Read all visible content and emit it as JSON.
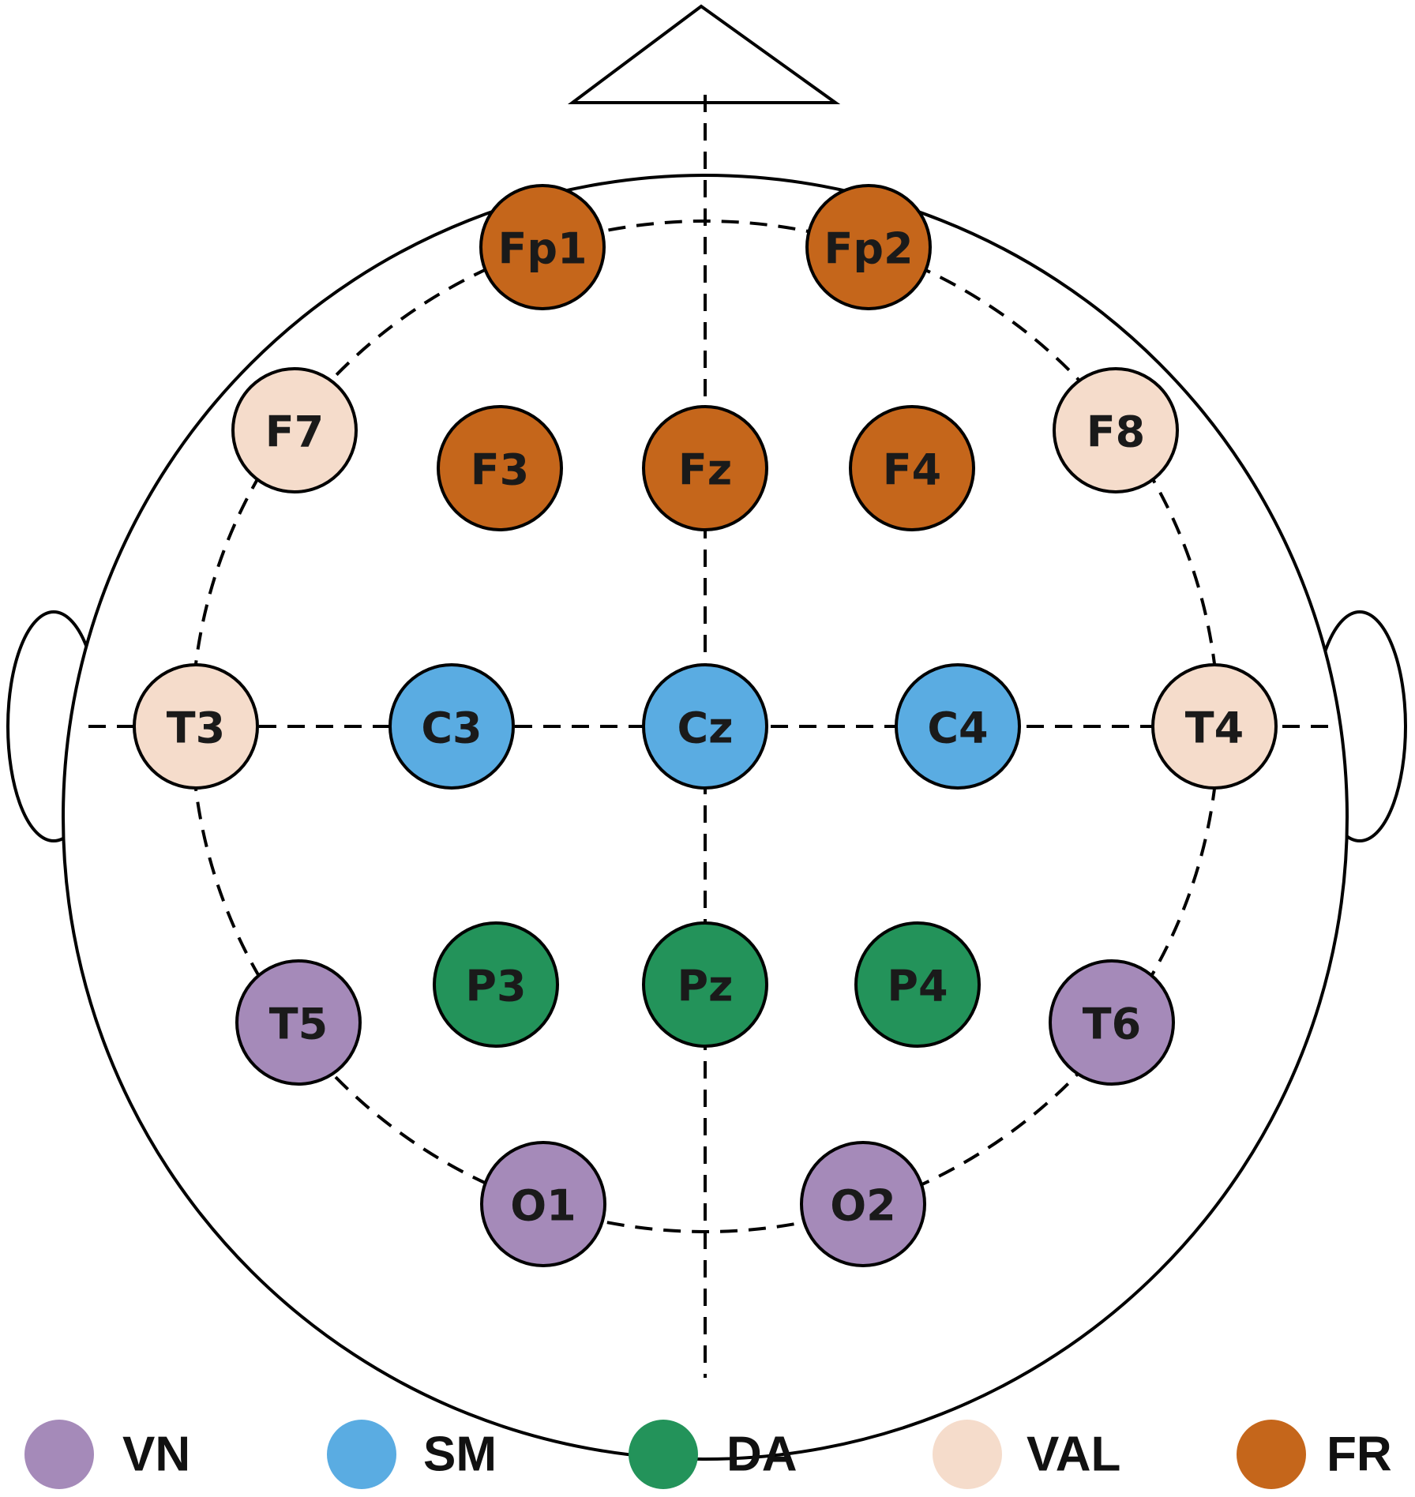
{
  "colors": {
    "VN": "#a58ab9",
    "SM": "#5aace2",
    "DA": "#23935a",
    "VAL": "#f5dccb",
    "FR": "#c5661b"
  },
  "electrodes": [
    {
      "label": "Fp1",
      "group": "FR"
    },
    {
      "label": "Fp2",
      "group": "FR"
    },
    {
      "label": "F7",
      "group": "VAL"
    },
    {
      "label": "F3",
      "group": "FR"
    },
    {
      "label": "Fz",
      "group": "FR"
    },
    {
      "label": "F4",
      "group": "FR"
    },
    {
      "label": "F8",
      "group": "VAL"
    },
    {
      "label": "T3",
      "group": "VAL"
    },
    {
      "label": "C3",
      "group": "SM"
    },
    {
      "label": "Cz",
      "group": "SM"
    },
    {
      "label": "C4",
      "group": "SM"
    },
    {
      "label": "T4",
      "group": "VAL"
    },
    {
      "label": "T5",
      "group": "VN"
    },
    {
      "label": "P3",
      "group": "DA"
    },
    {
      "label": "Pz",
      "group": "DA"
    },
    {
      "label": "P4",
      "group": "DA"
    },
    {
      "label": "T6",
      "group": "VN"
    },
    {
      "label": "O1",
      "group": "VN"
    },
    {
      "label": "O2",
      "group": "VN"
    }
  ],
  "legend": [
    {
      "label": "VN",
      "group": "VN"
    },
    {
      "label": "SM",
      "group": "SM"
    },
    {
      "label": "DA",
      "group": "DA"
    },
    {
      "label": "VAL",
      "group": "VAL"
    },
    {
      "label": "FR",
      "group": "FR"
    }
  ]
}
